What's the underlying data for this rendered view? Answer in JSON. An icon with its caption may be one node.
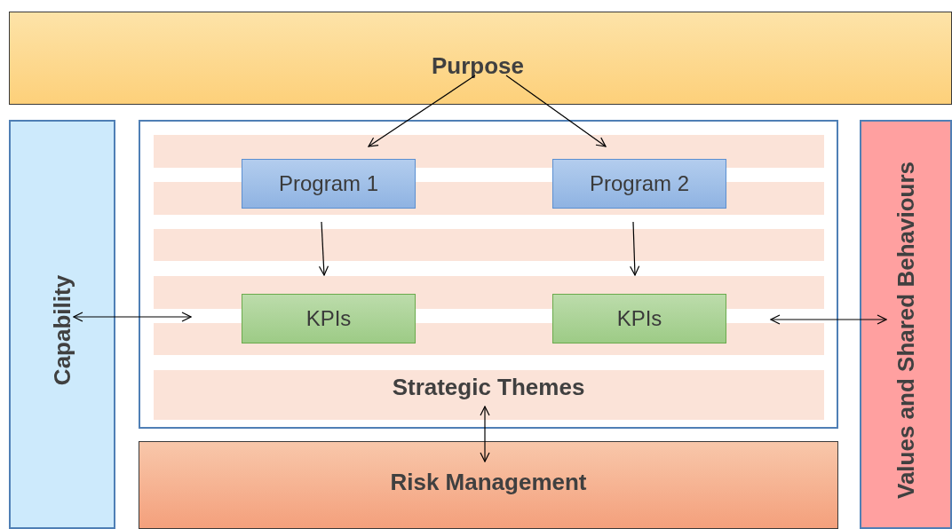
{
  "diagram": {
    "nodes": [
      {
        "text": [
          "Purpose"
        ]
      },
      {
        "text": [
          "Capability"
        ]
      },
      {
        "text": [
          "Strategic Themes"
        ]
      },
      {
        "text": [
          "Program 1"
        ],
        "in": 2
      },
      {
        "text": [
          "Program 2"
        ],
        "in": 2
      },
      {
        "text": [
          "KPIs"
        ],
        "in": 2
      },
      {
        "text": [
          "KPIs"
        ],
        "in": 2
      },
      {
        "text": [
          "Values and Shared Behaviours"
        ]
      },
      {
        "text": [
          "Risk Management"
        ]
      }
    ],
    "edges": [
      {
        "from": 0,
        "to": 3,
        "arrow": "to"
      },
      {
        "from": 0,
        "to": 4,
        "arrow": "to"
      },
      {
        "from": 3,
        "to": 5,
        "arrow": "to"
      },
      {
        "from": 4,
        "to": 6,
        "arrow": "to"
      },
      {
        "from": 1,
        "to": 2,
        "arrow": "both"
      },
      {
        "from": 6,
        "to": 7,
        "arrow": "both"
      },
      {
        "from": 2,
        "to": 8,
        "arrow": "both"
      }
    ]
  }
}
